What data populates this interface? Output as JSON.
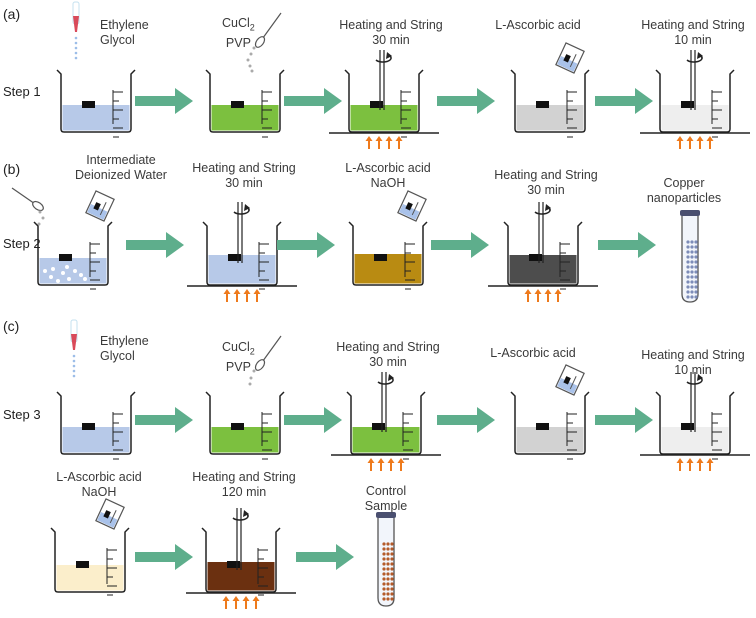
{
  "panels": [
    "(a)",
    "(b)",
    "(c)"
  ],
  "steps": [
    "Step 1",
    "Step 2",
    "Step 3"
  ],
  "captions": {
    "r1": [
      {
        "lines": [
          "Ethylene",
          "Glycol"
        ]
      },
      {
        "lines": [
          "CuCl2",
          "PVP"
        ]
      },
      {
        "lines": [
          "Heating and String",
          "30 min"
        ]
      },
      {
        "lines": [
          "L-Ascorbic acid"
        ]
      },
      {
        "lines": [
          "Heating and String",
          "10 min"
        ]
      }
    ],
    "r2": [
      {
        "lines": [
          "Intermediate",
          "Deionized Water"
        ]
      },
      {
        "lines": [
          "Heating and String",
          "30 min"
        ]
      },
      {
        "lines": [
          "L-Ascorbic acid",
          "NaOH"
        ]
      },
      {
        "lines": [
          "Heating and String",
          "30 min"
        ]
      },
      {
        "lines": [
          "Copper",
          "nanoparticles"
        ]
      }
    ],
    "r3": [
      {
        "lines": [
          "Ethylene",
          "Glycol"
        ]
      },
      {
        "lines": [
          "CuCl2",
          "PVP"
        ]
      },
      {
        "lines": [
          "Heating and String",
          "30 min"
        ]
      },
      {
        "lines": [
          "L-Ascorbic acid"
        ]
      },
      {
        "lines": [
          "Heating and String",
          "10 min"
        ]
      }
    ],
    "r4": [
      {
        "lines": [
          "L-Ascorbic acid",
          "NaOH"
        ]
      },
      {
        "lines": [
          "Heating and String",
          "120 min"
        ]
      },
      {
        "lines": [
          "Control",
          "Sample"
        ]
      }
    ]
  },
  "colors": {
    "arrow": "#5eae8c",
    "liquid_blue": "#b7c9e8",
    "liquid_green": "#7cc03f",
    "liquid_grey": "#d2d2d2",
    "liquid_light": "#eeeeee",
    "liquid_ochre": "#b98b12",
    "liquid_dark": "#4d4d4d",
    "liquid_cream": "#fbeecb",
    "liquid_brown": "#6b3010",
    "heat": "#ee7a1c"
  }
}
